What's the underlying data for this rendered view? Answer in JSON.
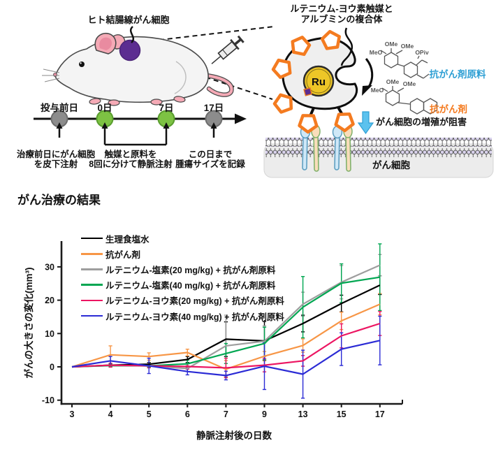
{
  "figure": {
    "tumor_label": "ヒト結腸線がん細胞",
    "timeline": {
      "day_labels": [
        "投与前日",
        "0日",
        "7日",
        "17日"
      ],
      "captions": [
        [
          "治療前日にがん細胞",
          "を皮下注射"
        ],
        [
          "触媒と原料を",
          "8回に分けて静脈注射"
        ],
        [
          "この日まで",
          "腫瘍サイズを記録"
        ]
      ]
    },
    "complex_title": [
      "ルテニウム-ヨウ素触媒と",
      "アルブミンの複合体"
    ],
    "ru_symbol": "Ru",
    "chem": {
      "meo": "MeO",
      "ome": "OMe",
      "opiv": "OPiv"
    },
    "precursor_label": "抗がん剤原料",
    "drug_label": "抗がん剤",
    "inhibition_label": "がん細胞の増殖が阻害",
    "cell_label": "がん細胞",
    "colors": {
      "tumor": "#5C2D91",
      "pentagon": "#F47B20",
      "ru_fill": "#EDC627",
      "timeline_green": "#7DC243",
      "timeline_gray": "#8C8C8C",
      "precursor_text": "#2E9FD4",
      "drug_text": "#F47B20",
      "arrow_blue": "#5BC2EE"
    }
  },
  "section_title": "がん治療の結果",
  "chart_data": {
    "type": "line",
    "x_categories": [
      "3",
      "4",
      "5",
      "6",
      "7",
      "9",
      "13",
      "15",
      "17"
    ],
    "xlabel": "静脈注射後の日数",
    "ylabel": "がんの大きさの変化(mm³)",
    "ylim": [
      -11,
      37.5
    ],
    "yticks": [
      -10,
      0,
      10,
      20,
      30
    ],
    "grid": false,
    "legend_position": "top-left-inside",
    "series": [
      {
        "name": "生理食塩水",
        "color": "#000000",
        "values": [
          0,
          0.5,
          0.8,
          2.2,
          8.3,
          7.8,
          13.0,
          19.0,
          24.5
        ],
        "errors": [
          0,
          0.4,
          0.5,
          0.9,
          5.2,
          5.8,
          2.5,
          2.5,
          2.8
        ]
      },
      {
        "name": "抗がん剤",
        "color": "#F79646",
        "values": [
          0,
          3.6,
          3.1,
          4.3,
          -0.7,
          3.2,
          6.4,
          13.8,
          18.8
        ],
        "errors": [
          0,
          2.7,
          1.1,
          1.0,
          2.6,
          1.4,
          2.0,
          2.6,
          3.2
        ]
      },
      {
        "name": "ルテニウム-塩素(20 mg/kg) + 抗がん剤原料",
        "color": "#9E9E9E",
        "values": [
          0,
          0.4,
          0.3,
          -0.5,
          6.3,
          7.7,
          18.8,
          25.4,
          30.5
        ],
        "errors": [
          0,
          0.4,
          0.4,
          0.9,
          9.2,
          4.6,
          3.6,
          5.0,
          3.2
        ]
      },
      {
        "name": "ルテニウム-塩素(40 mg/kg) + 抗がん剤原料",
        "color": "#00A651",
        "values": [
          0,
          0.4,
          0.3,
          0.9,
          4.0,
          7.0,
          17.9,
          25.1,
          26.9
        ],
        "errors": [
          0,
          0.4,
          0.4,
          1.1,
          3.0,
          4.9,
          9.2,
          5.8,
          10.0
        ]
      },
      {
        "name": "ルテニウム-ヨウ素(20 mg/kg) + 抗がん剤原料",
        "color": "#EC1562",
        "values": [
          0,
          0.5,
          0.3,
          0.1,
          -0.3,
          0.5,
          1.8,
          9.3,
          13.0
        ],
        "errors": [
          0,
          0.6,
          0.6,
          0.8,
          2.9,
          2.0,
          1.6,
          3.6,
          3.6
        ]
      },
      {
        "name": "ルテニウム-ヨウ素(40 mg/kg) + 抗がん剤原料",
        "color": "#2B2BD5",
        "values": [
          0,
          1.8,
          0.3,
          -1.4,
          -2.6,
          0.2,
          -2.2,
          5.3,
          7.9
        ],
        "errors": [
          0,
          1.3,
          2.3,
          1.0,
          1.3,
          7.0,
          7.2,
          4.9,
          7.3
        ]
      }
    ]
  }
}
